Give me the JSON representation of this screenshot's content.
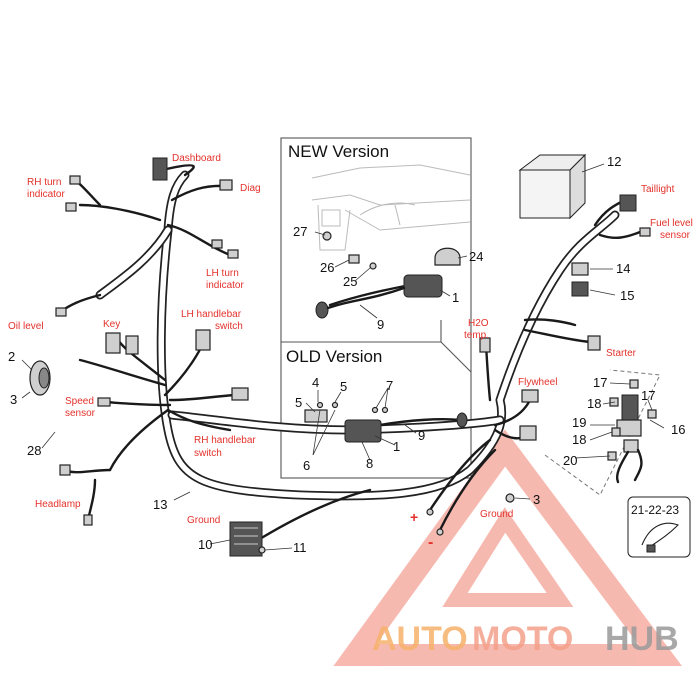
{
  "labels": {
    "dashboard": "Dashboard",
    "diag": "Diag",
    "rh_turn_1": "RH turn",
    "rh_turn_2": "indicator",
    "lh_turn_1": "LH turn",
    "lh_turn_2": "indicator",
    "oil_level": "Oil level",
    "key": "Key",
    "lh_handlebar_1": "LH handlebar",
    "lh_handlebar_2": "switch",
    "speed_1": "Speed",
    "speed_2": "sensor",
    "rh_handlebar_1": "RH handlebar",
    "rh_handlebar_2": "switch",
    "headlamp": "Headlamp",
    "ground_left": "Ground",
    "ground_right": "Ground",
    "taillight": "Taillight",
    "fuel_1": "Fuel level",
    "fuel_2": "sensor",
    "h2o_1": "H2O",
    "h2o_2": "temp.",
    "starter": "Starter",
    "flywheel": "Flywheel",
    "plus": "+",
    "minus": "-"
  },
  "numbers": {
    "n1a": "1",
    "n1b": "1",
    "n2": "2",
    "n3a": "3",
    "n3b": "3",
    "n4": "4",
    "n5a": "5",
    "n5b": "5",
    "n6": "6",
    "n7": "7",
    "n8": "8",
    "n9a": "9",
    "n9b": "9",
    "n10": "10",
    "n11": "11",
    "n12": "12",
    "n13": "13",
    "n14": "14",
    "n15": "15",
    "n16": "16",
    "n17a": "17",
    "n17b": "17",
    "n18a": "18",
    "n18b": "18",
    "n19": "19",
    "n20": "20",
    "n24": "24",
    "n25": "25",
    "n26": "26",
    "n27": "27",
    "n28": "28",
    "n212223": "21-22-23"
  },
  "insets": {
    "new_version": "NEW Version",
    "old_version": "OLD Version"
  },
  "watermark": {
    "part1": "AUTO",
    "part2": "MOTO",
    "part3": "HUB",
    "colors": {
      "auto": "#f6b26b",
      "moto": "#f4a08a",
      "hub": "#9a9a9a",
      "triangle": "#f08070"
    }
  }
}
